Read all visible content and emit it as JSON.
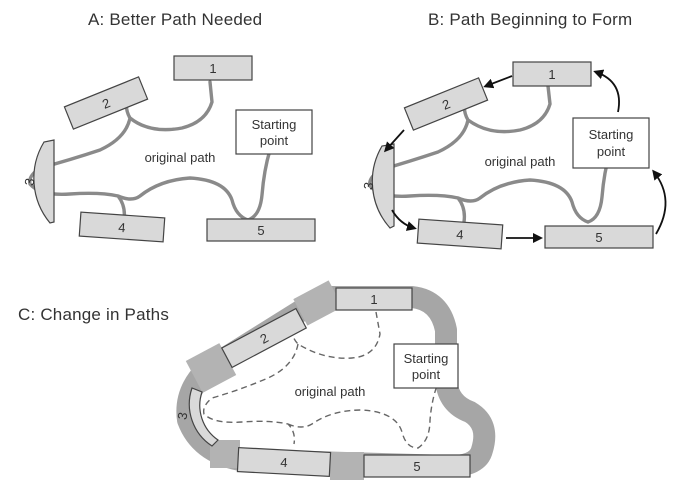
{
  "panels": {
    "a": {
      "title": "A: Better Path Needed",
      "boxes": [
        "1",
        "2",
        "3",
        "4",
        "5"
      ],
      "start_line1": "Starting",
      "start_line2": "point",
      "path_label": "original path"
    },
    "b": {
      "title": "B: Path Beginning to Form",
      "boxes": [
        "1",
        "2",
        "3",
        "4",
        "5"
      ],
      "start_line1": "Starting",
      "start_line2": "point",
      "path_label": "original path"
    },
    "c": {
      "title": "C: Change in Paths",
      "boxes": [
        "1",
        "2",
        "3",
        "4",
        "5"
      ],
      "start_line1": "Starting",
      "start_line2": "point",
      "path_label": "original path"
    }
  },
  "colors": {
    "box_fill": "#d9d9d9",
    "path_gray": "#8a8a8a",
    "wide_path": "#a6a6a6",
    "arrow": "#111111"
  }
}
